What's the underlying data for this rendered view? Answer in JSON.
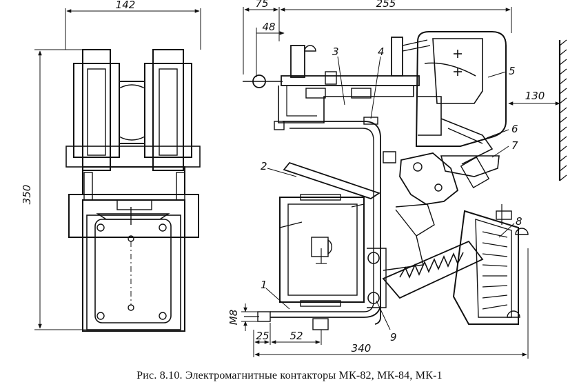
{
  "diagram": {
    "dimensions": {
      "left_width": "142",
      "left_height": "350",
      "top_75": "75",
      "top_48": "48",
      "top_255": "255",
      "side_130": "130",
      "thread_m8": "M8",
      "bottom_25": "25",
      "bottom_52": "52",
      "bottom_340": "340"
    },
    "callouts": {
      "c1": "1",
      "c2": "2",
      "c3": "3",
      "c4": "4",
      "c5": "5",
      "c6": "6",
      "c7": "7",
      "c8": "8",
      "c9": "9"
    },
    "caption": "Рис. 8.10. Электромагнитные контакторы МК-82, МК-84, МК-1"
  }
}
